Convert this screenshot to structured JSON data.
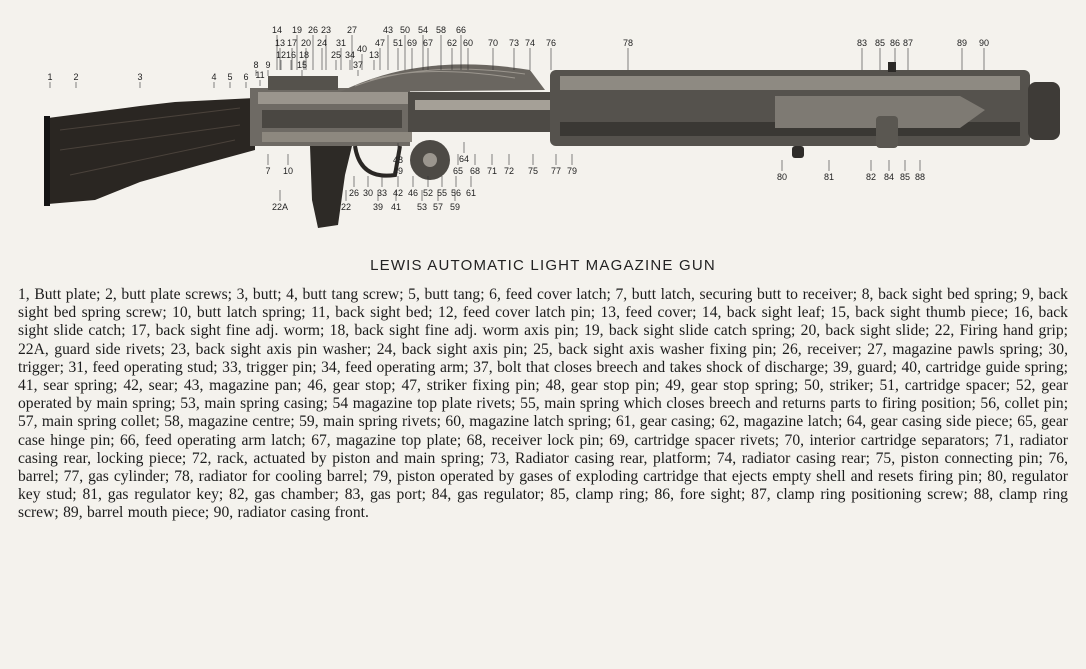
{
  "caption": "LEWIS AUTOMATIC LIGHT MAGAZINE GUN",
  "callouts": [
    {
      "n": "1"
    },
    {
      "n": "2"
    },
    {
      "n": "3"
    },
    {
      "n": "4"
    },
    {
      "n": "5"
    },
    {
      "n": "6"
    },
    {
      "n": "8"
    },
    {
      "n": "9"
    },
    {
      "n": "11"
    },
    {
      "n": "14"
    },
    {
      "n": "13"
    },
    {
      "n": "12"
    },
    {
      "n": "17"
    },
    {
      "n": "16"
    },
    {
      "n": "19"
    },
    {
      "n": "20"
    },
    {
      "n": "18"
    },
    {
      "n": "26"
    },
    {
      "n": "23"
    },
    {
      "n": "24"
    },
    {
      "n": "15"
    },
    {
      "n": "31"
    },
    {
      "n": "25"
    },
    {
      "n": "27"
    },
    {
      "n": "34"
    },
    {
      "n": "40"
    },
    {
      "n": "37"
    },
    {
      "n": "47"
    },
    {
      "n": "13"
    },
    {
      "n": "43"
    },
    {
      "n": "50"
    },
    {
      "n": "54"
    },
    {
      "n": "58"
    },
    {
      "n": "66"
    },
    {
      "n": "51"
    },
    {
      "n": "69"
    },
    {
      "n": "67"
    },
    {
      "n": "62"
    },
    {
      "n": "60"
    },
    {
      "n": "70"
    },
    {
      "n": "73"
    },
    {
      "n": "74"
    },
    {
      "n": "76"
    },
    {
      "n": "78"
    },
    {
      "n": "83"
    },
    {
      "n": "85"
    },
    {
      "n": "86"
    },
    {
      "n": "87"
    },
    {
      "n": "89"
    },
    {
      "n": "90"
    },
    {
      "n": "7"
    },
    {
      "n": "10"
    },
    {
      "n": "48"
    },
    {
      "n": "49"
    },
    {
      "n": "64"
    },
    {
      "n": "65"
    },
    {
      "n": "68"
    },
    {
      "n": "71"
    },
    {
      "n": "72"
    },
    {
      "n": "75"
    },
    {
      "n": "77"
    },
    {
      "n": "79"
    },
    {
      "n": "26"
    },
    {
      "n": "30"
    },
    {
      "n": "33"
    },
    {
      "n": "42"
    },
    {
      "n": "46"
    },
    {
      "n": "52"
    },
    {
      "n": "55"
    },
    {
      "n": "56"
    },
    {
      "n": "61"
    },
    {
      "n": "39"
    },
    {
      "n": "41"
    },
    {
      "n": "53"
    },
    {
      "n": "57"
    },
    {
      "n": "59"
    },
    {
      "n": "22A"
    },
    {
      "n": "22"
    },
    {
      "n": "80"
    },
    {
      "n": "81"
    },
    {
      "n": "82"
    },
    {
      "n": "84"
    },
    {
      "n": "85"
    },
    {
      "n": "88"
    }
  ],
  "legend": [
    "1, Butt plate;",
    "2, butt plate screws;",
    "3, butt;",
    "4, butt tang screw;",
    "5, butt tang;",
    "6, feed cover latch;",
    "7, butt latch, securing butt to receiver;",
    "8, back sight bed spring;",
    "9, back sight bed spring screw;",
    "10, butt latch spring;",
    "11, back sight bed;",
    "12, feed cover latch pin;",
    "13, feed cover;",
    "14, back sight leaf;",
    "15, back sight thumb piece;",
    "16, back sight slide catch;",
    "17, back sight fine adj. worm;",
    "18, back sight fine adj. worm axis pin;",
    "19, back sight slide catch spring;",
    "20, back sight slide;",
    "22, Firing hand grip;",
    "22A, guard side rivets;",
    "23, back sight axis pin washer;",
    "24, back sight axis pin;",
    "25, back sight axis washer fixing pin;",
    "26, receiver;",
    "27, magazine pawls spring;",
    "30, trigger;",
    "31, feed operating stud;",
    "33, trigger pin;",
    "34, feed operating arm;",
    "37, bolt that closes breech and takes shock of discharge;",
    "39, guard;",
    "40, cartridge guide spring;",
    "41, sear spring;",
    "42, sear;",
    "43, magazine pan;",
    "46, gear stop;",
    "47, striker fixing pin;",
    "48, gear stop pin;",
    "49, gear stop spring;",
    "50, striker;",
    "51, cartridge spacer;",
    "52, gear operated by main spring;",
    "53, main spring casing;",
    "54 magazine top plate rivets;",
    "55, main spring which closes breech and returns parts to firing position;",
    "56, collet pin;",
    "57, main spring collet;",
    "58, magazine centre;",
    "59, main spring rivets;",
    "60, magazine latch spring;",
    "61, gear casing;",
    "62, magazine latch;",
    "64, gear casing side piece;",
    "65, gear case hinge pin;",
    "66, feed operating arm latch;",
    "67, magazine top plate;",
    "68, receiver lock pin;",
    "69, cartridge spacer rivets;",
    "70, interior cartridge separators;",
    "71, radiator casing rear, locking piece;",
    "72, rack, actuated by piston and main spring;",
    "73, Radiator casing rear, platform;",
    "74, radiator casing rear;",
    "75, piston connecting pin;",
    "76, barrel;",
    "77, gas cylinder;",
    "78, radiator for cooling barrel;",
    "79, piston operated by gases of exploding cartridge that ejects empty shell and resets firing pin;",
    "80, regulator key stud;",
    "81, gas regulator key;",
    "82, gas chamber;",
    "83, gas port;",
    "84, gas regulator;",
    "85, clamp ring;",
    "86, fore sight;",
    "87, clamp ring positioning screw;",
    "88, clamp ring screw;",
    "89, barrel mouth piece;",
    "90, radiator casing front."
  ]
}
